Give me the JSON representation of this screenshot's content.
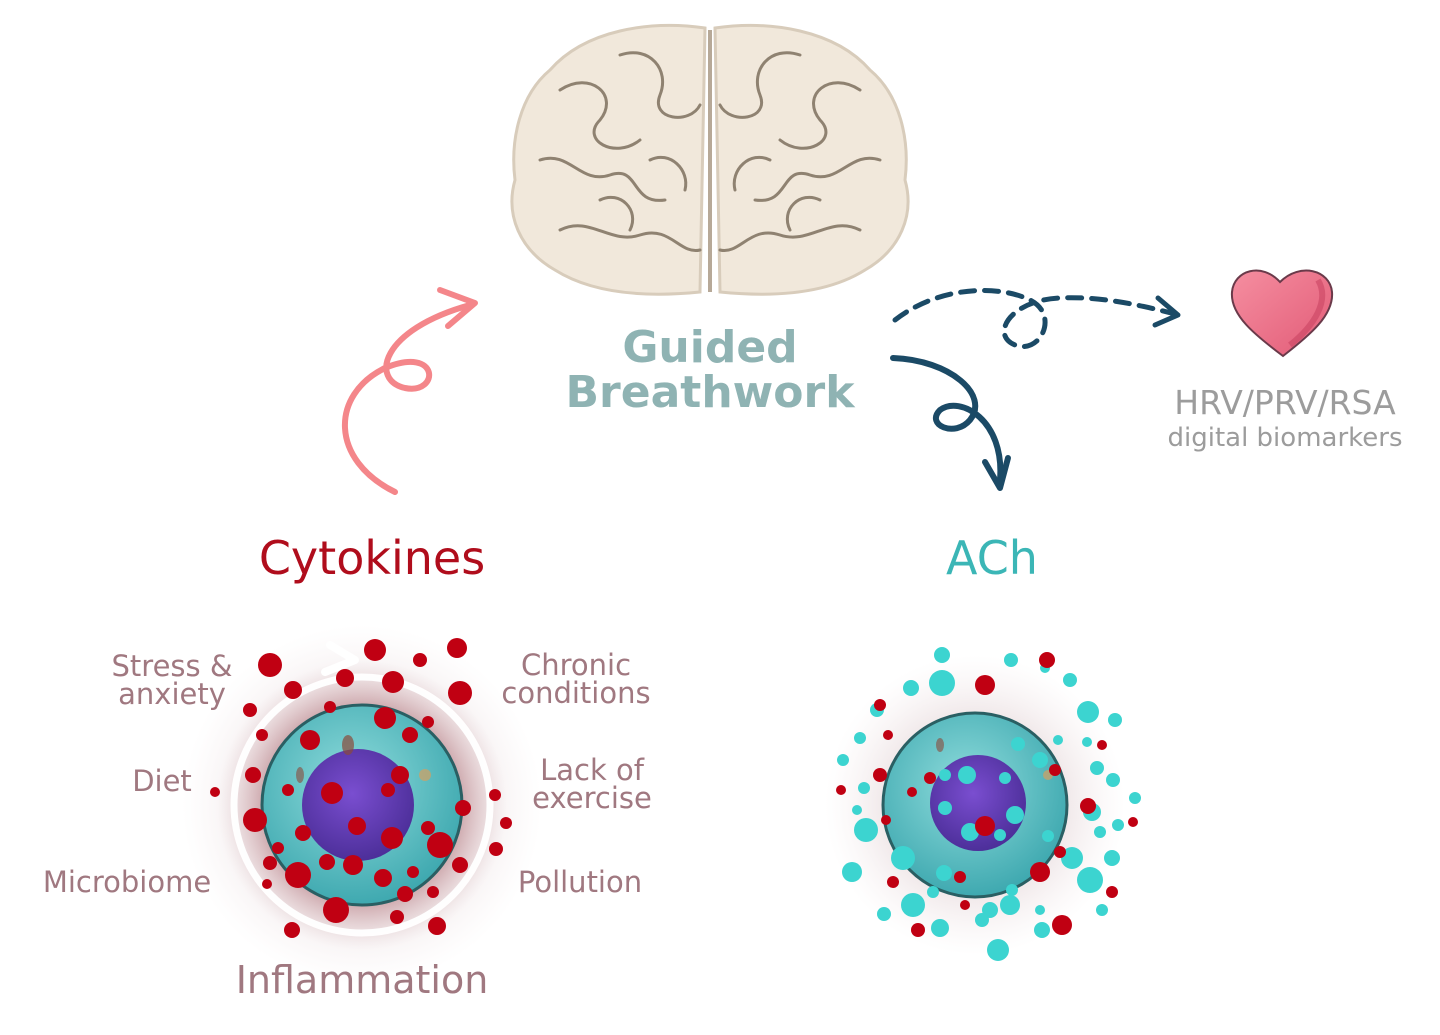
{
  "title": {
    "line1": "Guided",
    "line2": "Breathwork"
  },
  "cytokines": "Cytokines",
  "ach": "ACh",
  "factors": {
    "stress_1": "Stress &",
    "stress_2": "anxiety",
    "diet": "Diet",
    "microbiome": "Microbiome",
    "chronic_1": "Chronic",
    "chronic_2": "conditions",
    "lack_1": "Lack of",
    "lack_2": "exercise",
    "pollution": "Pollution"
  },
  "inflammation": "Inflammation",
  "hrv": {
    "line1": "HRV/PRV/RSA",
    "line2": "digital biomarkers"
  },
  "colors": {
    "cytokine": "#c00012",
    "ach": "#3cd4d0",
    "nucleus": "#6a3db3",
    "cell": "#5cc2c6",
    "heart": "#ef6e86",
    "arrow_pink": "#f4868a",
    "arrow_navy": "#1b4a66",
    "title": "#8fb3b3"
  },
  "icons": [
    "brain-icon",
    "heart-icon",
    "cell-icon"
  ]
}
